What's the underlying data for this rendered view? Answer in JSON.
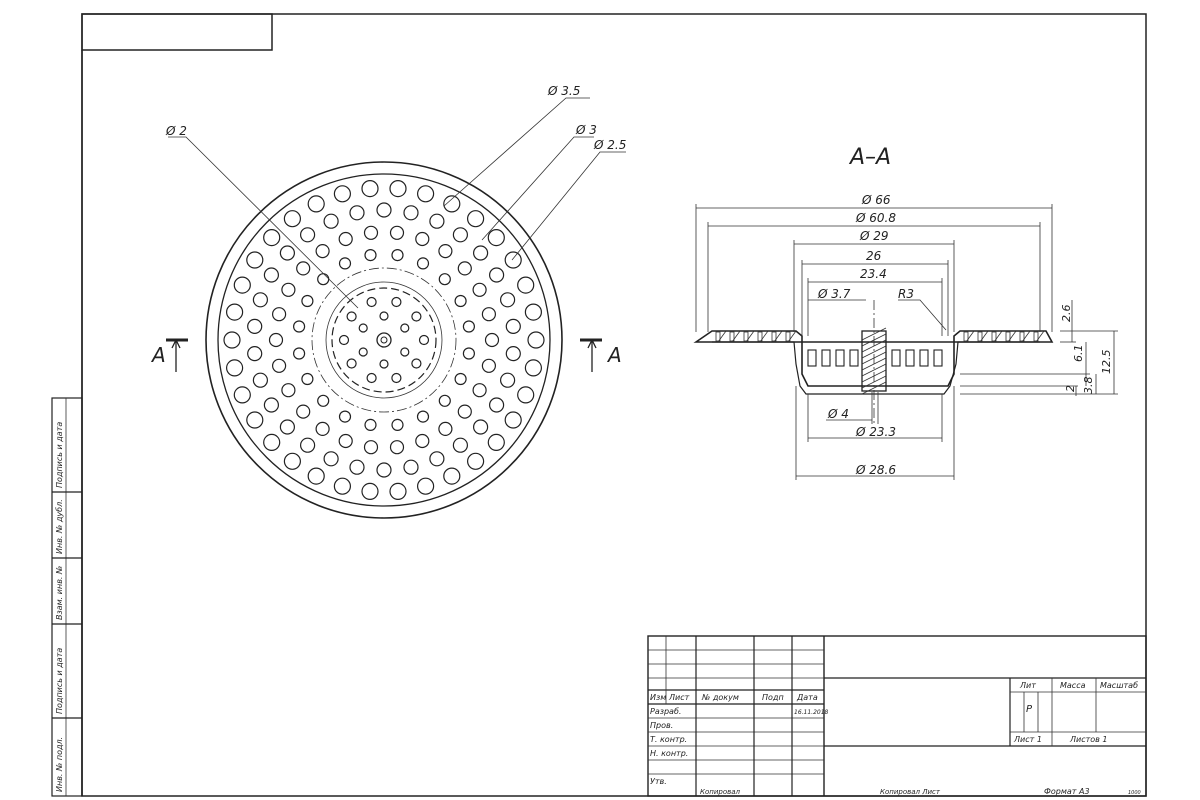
{
  "plan_view": {
    "leaders": {
      "d2": "Ø 2",
      "d35": "Ø 3.5",
      "d3": "Ø 3",
      "d25": "Ø 2.5"
    },
    "section_mark_left": "A",
    "section_mark_right": "A"
  },
  "section_view": {
    "title": "A–A",
    "dims": {
      "d66": "Ø 66",
      "d608": "Ø 60.8",
      "d29": "Ø 29",
      "w26": "26",
      "w234": "23.4",
      "d37": "Ø 3.7",
      "r3": "R3",
      "h26": "2.6",
      "h61": "6.1",
      "h125": "12.5",
      "h38": "3.8",
      "h2": "2",
      "d4": "Ø 4",
      "d233": "Ø 23.3",
      "d286": "Ø 28.6"
    }
  },
  "side_stamp": {
    "cells": [
      "Подпись и дата",
      "Инв. № дубл.",
      "Взам. инв. №",
      "Подпись и дата",
      "Инв. № подл."
    ]
  },
  "title_block": {
    "headers": [
      "Изм",
      "Лист",
      "№ докум",
      "Подп",
      "Дата"
    ],
    "rows": [
      "Разраб.",
      "Пров.",
      "Т. контр.",
      "Н. контр.",
      "Утв."
    ],
    "date": "16.11.2018",
    "lit_header": "Лит",
    "mass_header": "Масса",
    "scale_header": "Масштаб",
    "lit_value": "Р",
    "sheet": "Лист 1",
    "sheets": "Листов 1",
    "copied": "Копировал",
    "bottom_center": "Копировал Лист",
    "format": "Формат А3",
    "corner_note": "1000"
  }
}
